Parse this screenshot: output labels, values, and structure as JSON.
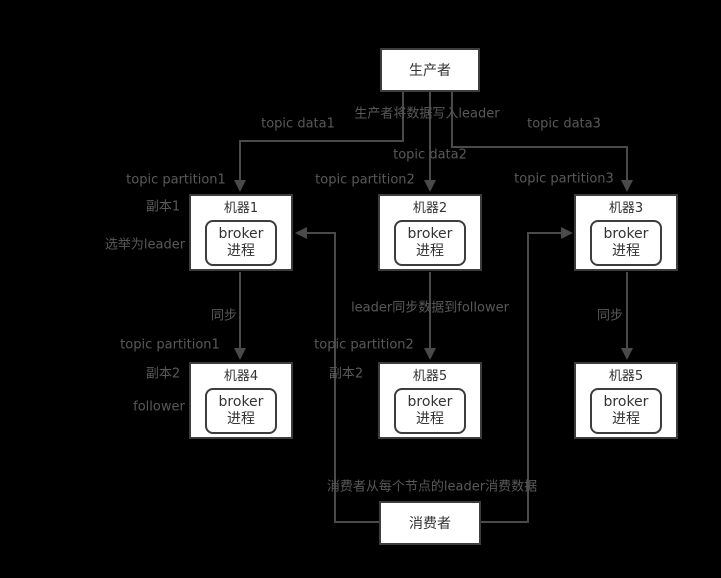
{
  "colors": {
    "background": "#000000",
    "box_fill": "#ffffff",
    "box_border": "#3d3d3d",
    "line": "#4a4a4a",
    "outside_label_text": "#595959",
    "box_text": "#333333"
  },
  "producer": {
    "label": "生产者"
  },
  "consumer": {
    "label": "消费者"
  },
  "machines": [
    {
      "title": "机器1",
      "broker_line1": "broker",
      "broker_line2": "进程"
    },
    {
      "title": "机器2",
      "broker_line1": "broker",
      "broker_line2": "进程"
    },
    {
      "title": "机器3",
      "broker_line1": "broker",
      "broker_line2": "进程"
    },
    {
      "title": "机器4",
      "broker_line1": "broker",
      "broker_line2": "进程"
    },
    {
      "title": "机器5",
      "broker_line1": "broker",
      "broker_line2": "进程"
    },
    {
      "title": "机器5",
      "broker_line1": "broker",
      "broker_line2": "进程"
    }
  ],
  "labels": {
    "producer_write": "生产者将数据写入leader",
    "topic_data1": "topic data1",
    "topic_data2": "topic data2",
    "topic_data3": "topic data3",
    "topic_partition1_top": "topic partition1",
    "topic_partition2_top": "topic partition2",
    "topic_partition3_top": "topic partition3",
    "replica1": "副本1",
    "elected_leader": "选举为leader",
    "sync_left": "同步",
    "sync_middle": "leader同步数据到follower",
    "sync_right": "同步",
    "topic_partition1_bottom": "topic partition1",
    "topic_partition2_bottom": "topic partition2",
    "replica2_left": "副本2",
    "follower": "follower",
    "replica2_middle": "副本2",
    "consumer_note": "消费者从每个节点的leader消费数据"
  }
}
